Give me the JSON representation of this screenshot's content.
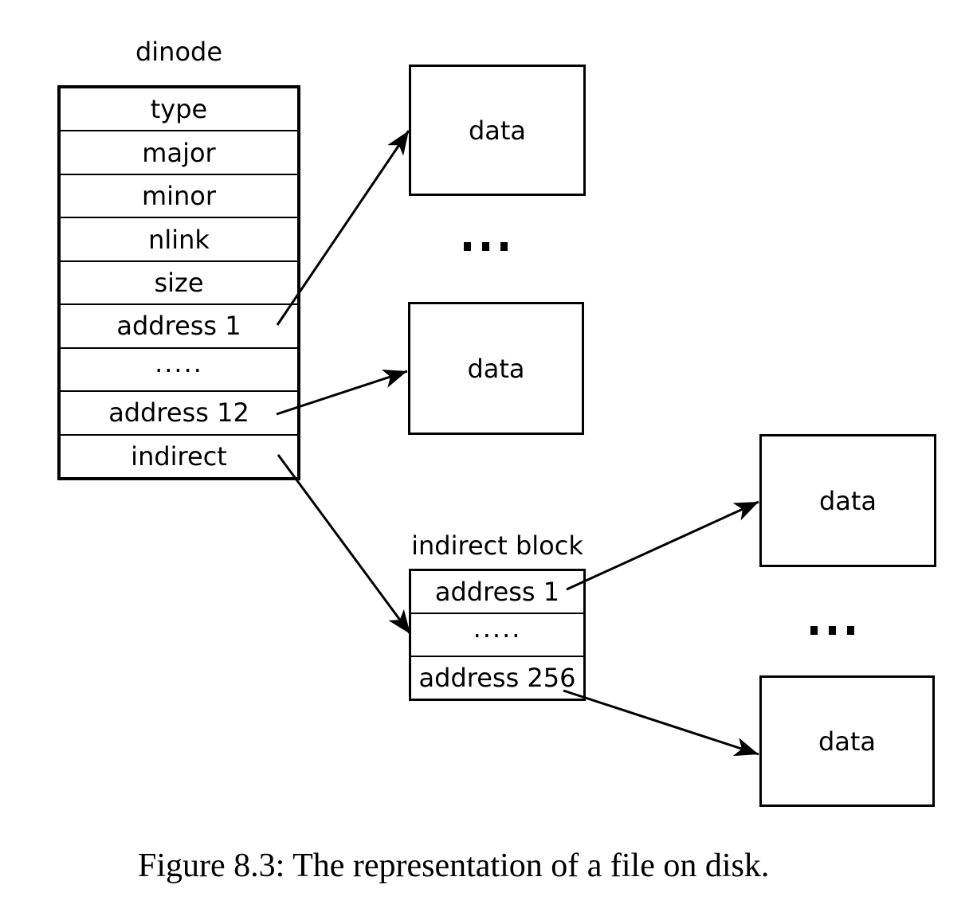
{
  "dinode": {
    "title": "dinode",
    "rows": [
      "type",
      "major",
      "minor",
      "nlink",
      "size",
      "address 1",
      ".....",
      "address 12",
      "indirect"
    ]
  },
  "indirect_block": {
    "title": "indirect block",
    "rows": [
      "address 1",
      ".....",
      "address 256"
    ]
  },
  "data_blocks": {
    "top": "data",
    "middle": "data",
    "right_top": "data",
    "right_bottom": "data"
  },
  "ellipsis": "...",
  "caption": "Figure 8.3: The representation of a file on disk.",
  "colors": {
    "ink": "#000000",
    "background": "#ffffff"
  }
}
